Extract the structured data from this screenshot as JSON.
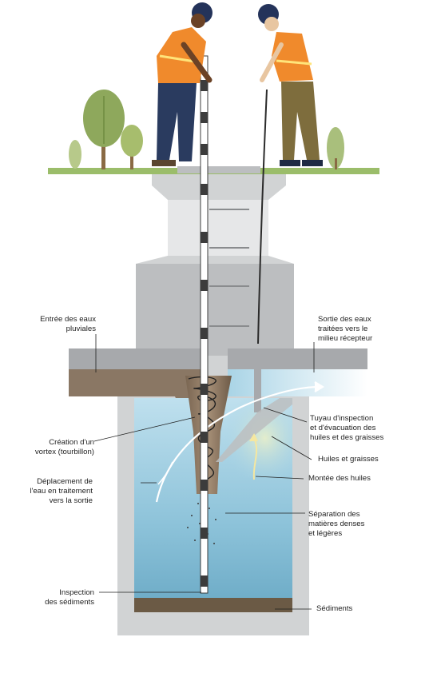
{
  "labels": {
    "inlet": [
      "Entrée des eaux",
      "pluviales"
    ],
    "outlet": [
      "Sortie des eaux",
      "traitées vers le",
      "milieu récepteur"
    ],
    "vortex": [
      "Création d'un",
      "vortex (tourbillon)"
    ],
    "inspection_pipe": [
      "Tuyau d'inspection",
      "et d'évacuation des",
      "huiles et des graisses"
    ],
    "oils_greases": [
      "Huiles et graisses"
    ],
    "water_movement": [
      "Déplacement de",
      "l'eau en traitement",
      "vers la sortie"
    ],
    "oil_rise": [
      "Montée des huiles"
    ],
    "separation": [
      "Séparation des",
      "matières denses",
      "et légères"
    ],
    "sediment_inspection": [
      "Inspection",
      "des sédiments"
    ],
    "sediments": [
      "Sédiments"
    ]
  },
  "colors": {
    "concrete_light": "#e6e7e8",
    "concrete_mid": "#d1d3d4",
    "concrete_dark": "#a7a9ac",
    "water": "#a9d4e6",
    "water_deep": "#7fb9d3",
    "oil_layer": "#d6e5c6",
    "sediment": "#6b5a45",
    "pipe_brown": "#8a7764",
    "grass": "#8bb25a",
    "tree_green": "#8ea85c",
    "vest": "#f08a2c",
    "pants_navy": "#2a3b5f",
    "pants_olive": "#7e6d3d",
    "helmet": "#24335a"
  }
}
